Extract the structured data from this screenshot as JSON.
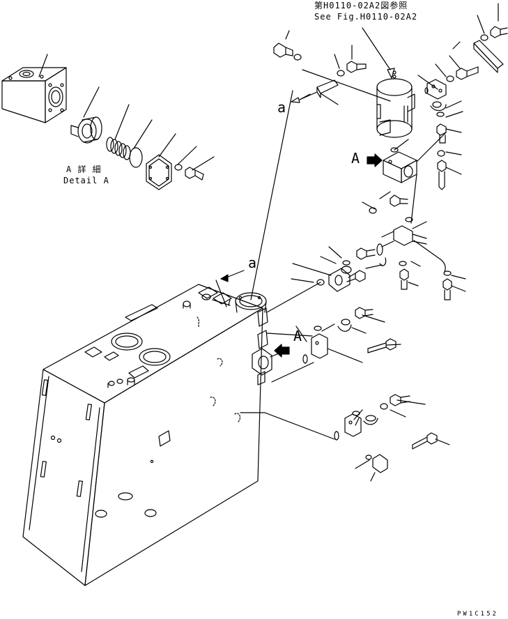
{
  "reference": {
    "line1": "第H0110-02A2図参照",
    "line2": "See Fig.H0110-02A2"
  },
  "detail": {
    "line1": "A 詳 細",
    "line2": "Detail A"
  },
  "markers": {
    "a_top": "a",
    "a_tank": "a",
    "A_upper": "A",
    "A_lower": "A"
  },
  "drawing_code": "PW1C152"
}
